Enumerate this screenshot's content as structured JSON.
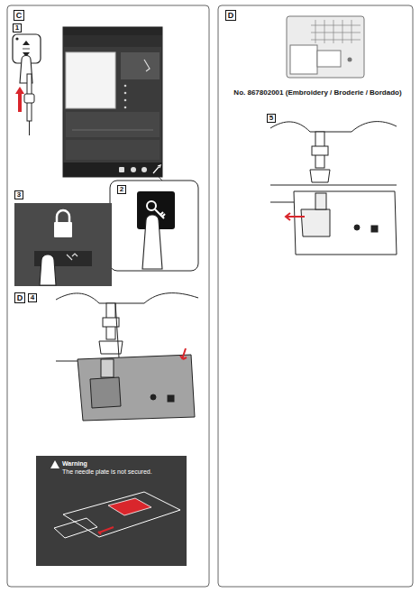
{
  "diagram": {
    "nodes": [
      {
        "text": [
          "C"
        ]
      },
      {
        "text": [
          "1"
        ]
      },
      {
        "text": [
          "2"
        ]
      },
      {
        "text": [
          "3"
        ]
      },
      {
        "text": [
          "D"
        ]
      },
      {
        "text": [
          "4"
        ]
      },
      {
        "text": [
          "Warning",
          "The needle plate is not secured."
        ]
      },
      {
        "text": [
          "D"
        ]
      },
      {
        "text": [
          "5"
        ]
      }
    ],
    "labels": [
      "No. 867802001 (Embroidery / Broderie / Bordado)"
    ]
  }
}
